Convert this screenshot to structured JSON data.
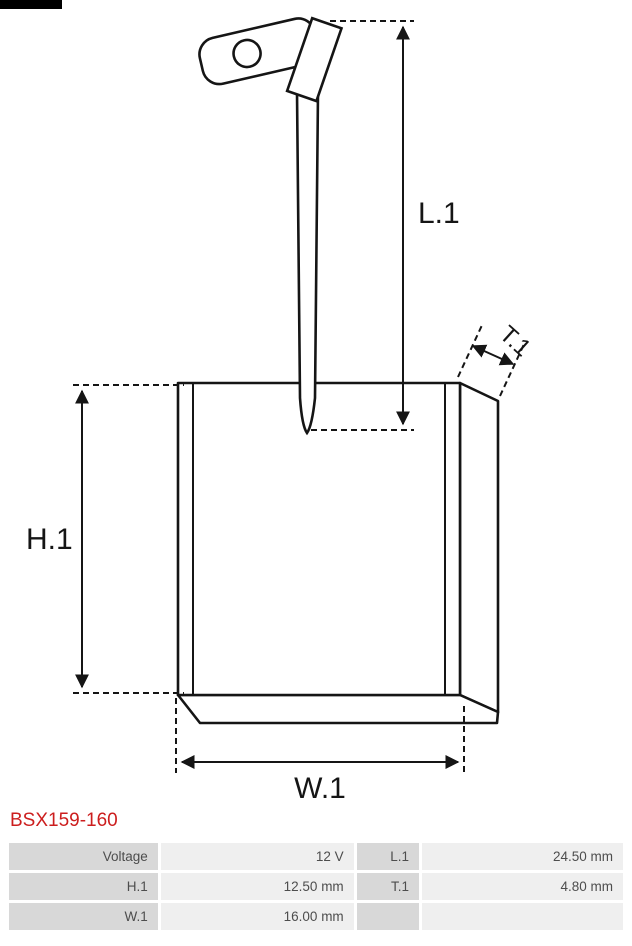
{
  "diagram": {
    "labels": {
      "length": "L.1",
      "height": "H.1",
      "width": "W.1",
      "thickness": "T.1"
    }
  },
  "part_number": "BSX159-160",
  "spec_table": {
    "rows": [
      {
        "c1_label": "Voltage",
        "c1_value": "12 V",
        "c2_label": "L.1",
        "c2_value": "24.50 mm"
      },
      {
        "c1_label": "H.1",
        "c1_value": "12.50 mm",
        "c2_label": "T.1",
        "c2_value": "4.80 mm"
      },
      {
        "c1_label": "W.1",
        "c1_value": "16.00 mm",
        "c2_label": "",
        "c2_value": ""
      }
    ]
  },
  "colors": {
    "part_number_red": "#cc1e1e",
    "table_label_bg": "#d8d8d8",
    "table_value_bg": "#efefef",
    "diagram_line": "#151515"
  }
}
